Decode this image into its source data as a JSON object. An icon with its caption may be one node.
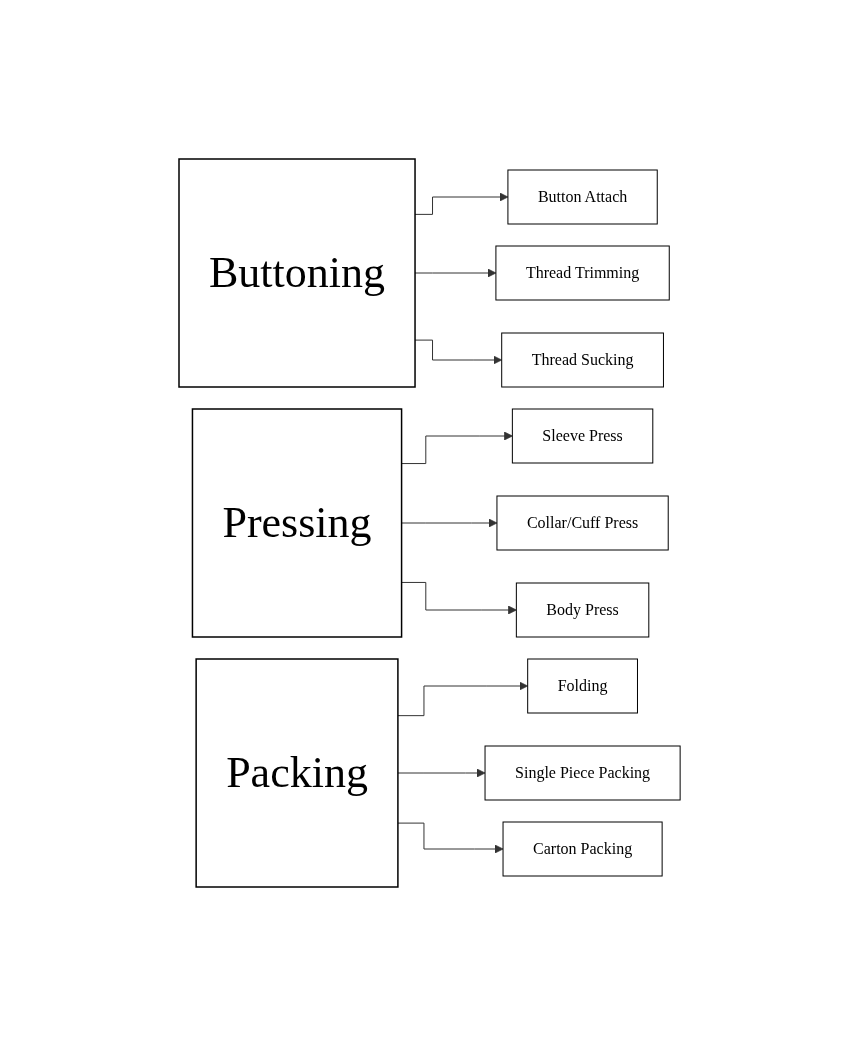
{
  "diagram": {
    "nodes": [
      {
        "text": [
          "Buttoning"
        ]
      },
      {
        "text": [
          "Button Attach"
        ]
      },
      {
        "text": [
          "Thread Trimming"
        ]
      },
      {
        "text": [
          "Thread Sucking"
        ]
      },
      {
        "text": [
          "Pressing"
        ]
      },
      {
        "text": [
          "Sleeve Press"
        ]
      },
      {
        "text": [
          "Collar/Cuff Press"
        ]
      },
      {
        "text": [
          "Body Press"
        ]
      },
      {
        "text": [
          "Packing"
        ]
      },
      {
        "text": [
          "Folding"
        ]
      },
      {
        "text": [
          "Single Piece Packing"
        ]
      },
      {
        "text": [
          "Carton Packing"
        ]
      }
    ],
    "edges": [
      {
        "from": 0,
        "to": 1,
        "arrow": "to"
      },
      {
        "from": 0,
        "to": 2,
        "arrow": "to"
      },
      {
        "from": 0,
        "to": 3,
        "arrow": "to"
      },
      {
        "from": 4,
        "to": 5,
        "arrow": "to"
      },
      {
        "from": 4,
        "to": 6,
        "arrow": "to"
      },
      {
        "from": 4,
        "to": 7,
        "arrow": "to"
      },
      {
        "from": 8,
        "to": 9,
        "arrow": "to"
      },
      {
        "from": 8,
        "to": 10,
        "arrow": "to"
      },
      {
        "from": 8,
        "to": 11,
        "arrow": "to"
      }
    ]
  }
}
